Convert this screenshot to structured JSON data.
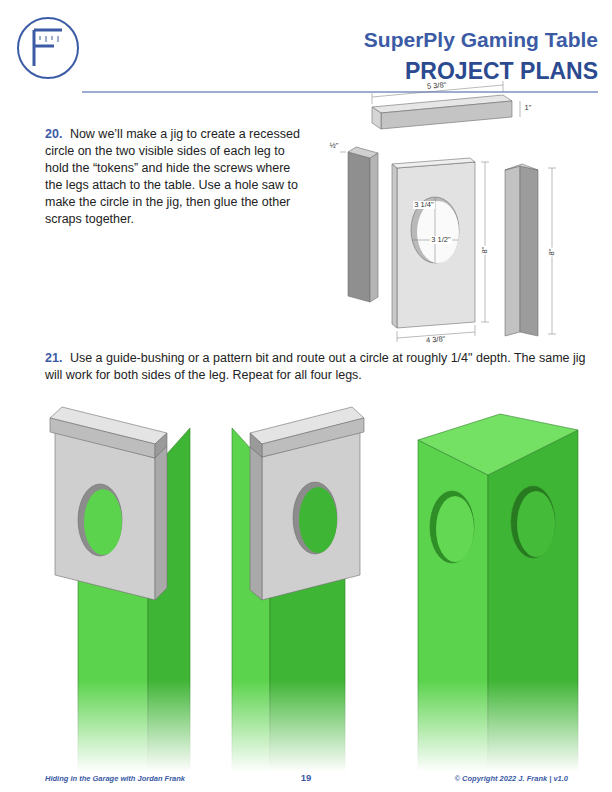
{
  "diagram": {
    "title": "SuperPly Gaming Table",
    "labels": [
      "PROJECT PLANS",
      "20.",
      "Now we’ll make a jig to create a recessed circle on the two visible sides of each leg to hold the “tokens” and hide the screws where the legs attach to the table. Use a hole saw to make the circle in the jig, then glue the other scraps together.",
      "5 3/8\"",
      "1\"",
      "½\"",
      "3 1/4\"",
      "3 1/2\"",
      "8\"",
      "8\"",
      "4 3/8\"",
      "21.",
      "Use a guide-bushing or a pattern bit and route out a circle at roughly 1/4\" depth. The same jig will work for both sides of the leg. Repeat for all four legs.",
      "Hiding in the Garage with Jordan Frank",
      "19",
      "© Copyright 2022 J. Frank | v1.0"
    ]
  }
}
